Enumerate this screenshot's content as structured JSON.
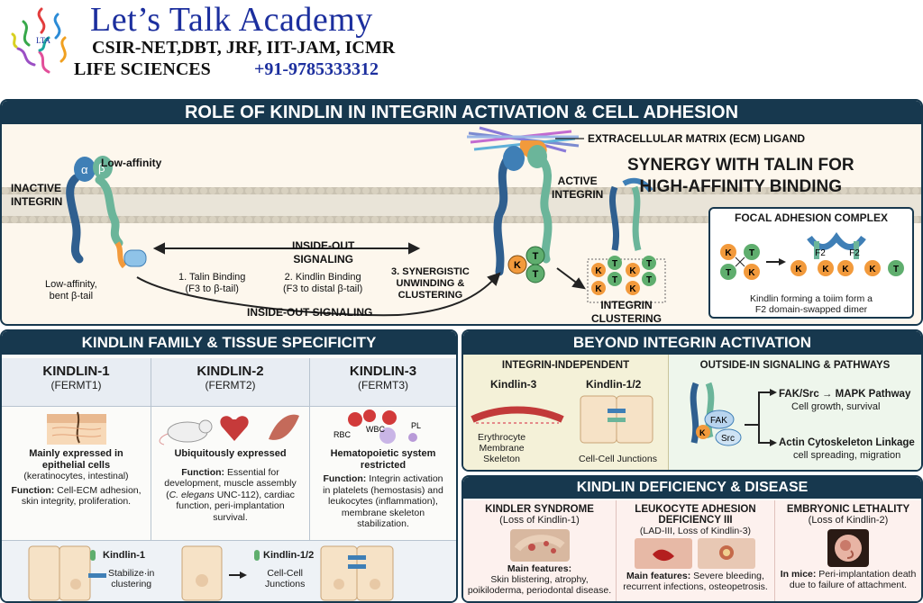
{
  "header": {
    "academy": "Let’s Talk Academy",
    "exams": "CSIR-NET,DBT, JRF, IIT-JAM, ICMR",
    "subject": "LIFE SCIENCES",
    "phone": "+91-9785333312",
    "logo_text": "LTA"
  },
  "top": {
    "title": "ROLE OF KINDLIN IN INTEGRIN ACTIVATION & CELL ADHESION",
    "ecm_ligand": "EXTRACELLULAR MATRIX (ECM) LIGAND",
    "low_affinity": "Low-affinity",
    "inactive_integrin": "INACTIVE\nINTEGRIN",
    "alpha": "α",
    "beta": "β",
    "active_integrin": "ACTIVE\nINTEGRIN",
    "bent_tail": "Low-affinity,\nbent β-tail",
    "inside_out_top": "INSIDE-OUT\nSIGNALING",
    "inside_out_bottom": "INSIDE-OUT SIGNALING",
    "step1": "1. Talin Binding\n(F3 to β-tail)",
    "step2": "2. Kindlin Binding\n(F3 to distal β-tail)",
    "step3": "3. SYNERGISTIC\nUNWINDING &\nCLUSTERING",
    "synergy": "SYNERGY WITH TALIN FOR\nHIGH-AFFINITY BINDING",
    "clustering": "INTEGRIN\nCLUSTERING",
    "k": "K",
    "t": "T",
    "focal_title": "FOCAL ADHESION COMPLEX",
    "f2": "F2",
    "focal_caption": "Kindlin forming a toiim form a\nF2 domain-swapped dimer"
  },
  "family": {
    "title": "KINDLIN FAMILY & TISSUE SPECIFICITY",
    "columns": [
      {
        "name": "KINDLIN-1",
        "gene": "(FERMT1)",
        "expr": "Mainly expressed in\nepithelial cells",
        "expr_note": "(keratinocytes, intestinal)",
        "func_label": "Function:",
        "func": " Cell-ECM adhesion,\nskin integrity, proliferation."
      },
      {
        "name": "KINDLIN-2",
        "gene": "(FERMT2)",
        "expr": "Ubiquitously expressed",
        "func_label": "Function:",
        "func_a": " Essential for\ndevelopment, muscle assembly\n(",
        "func_em": "C. elegans",
        "func_b": " UNC-112), cardiac\nfunction, peri-implantation\nsurvival."
      },
      {
        "name": "KINDLIN-3",
        "gene": "(FERMT3)",
        "expr": "Hematopoietic system\nrestricted",
        "rbc": "RBC",
        "wbc": "WBC",
        "pl": "PL",
        "func_label": "Function:",
        "func": " Integrin activation\nin platelets (hemostasis) and\nleukocytes (inflammation),\nmembrane skeleton\nstabilization."
      }
    ],
    "bottom": {
      "kindlin1": "Kindlin-1",
      "stabilize": "Stabilize·in\nclustering",
      "kindlin12": "Kindlin-1/2",
      "junctions": "Cell-Cell\nJunctions"
    }
  },
  "beyond": {
    "title": "BEYOND INTEGRIN ACTIVATION",
    "independent": "INTEGRIN-INDEPENDENT",
    "kindlin3": "Kindlin-3",
    "kindlin12": "Kindlin-1/2",
    "erythro": "Erythrocyte\nMembrane\nSkeleton",
    "junctions": "Cell-Cell Junctions",
    "outside_in": "OUTSIDE-IN SIGNALING & PATHWAYS",
    "fak": "FAK",
    "src": "Src",
    "k": "K",
    "mapk": "FAK/Src → MAPK Pathway",
    "mapk_sub": "Cell growth, survival",
    "actin": "Actin Cytoskeleton Linkage",
    "actin_sub": "cell spreading, migration"
  },
  "disease": {
    "title": "KINDLIN DEFICIENCY & DISEASE",
    "kindler": "KINDLER SYNDROME",
    "kindler_sub": "(Loss of Kindlin-1)",
    "kindler_label": "Main features:",
    "kindler_text": "Skin blistering, atrophy,\npoikiloderma, periodontal disease.",
    "lad": "LEUKOCYTE ADHESION\nDEFICIENCY III",
    "lad_sub": "(LAD-III, Loss of Kindlin-3)",
    "lad_label": "Main features:",
    "lad_text": " Severe bleeding,\nrecurrent infections, osteopetrosis.",
    "emb": "EMBRYONIC LETHALITY",
    "emb_sub": "(Loss of Kindlin-2)",
    "emb_label": "In mice:",
    "emb_text": " Peri-implantation death\ndue to failure of attachment."
  },
  "colors": {
    "navy": "#17384e",
    "kindlin_orange": "#f29a3c",
    "talin_green": "#5fae6e",
    "integrin_blue": "#3f7fb6",
    "integrin_teal": "#6bb59a",
    "brand_blue": "#1c2f9e"
  }
}
